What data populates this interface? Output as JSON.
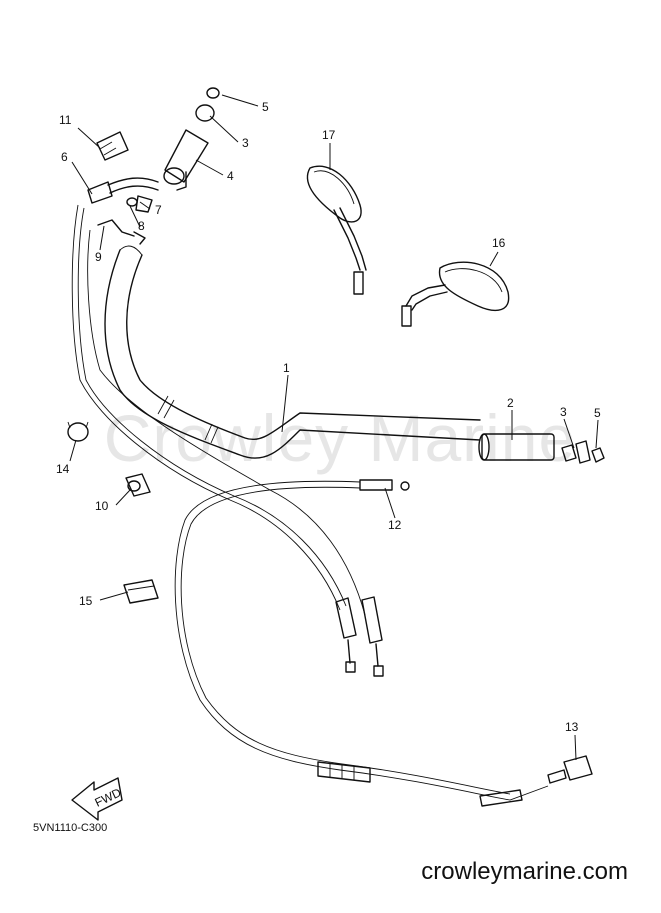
{
  "watermark": "Crowley Marine",
  "diagram_code": "5VN1110-C300",
  "website": "crowleymarine.com",
  "fwd_label": "FWD",
  "callouts": [
    "1",
    "2",
    "3",
    "3",
    "4",
    "5",
    "5",
    "6",
    "7",
    "8",
    "9",
    "10",
    "11",
    "12",
    "13",
    "14",
    "15",
    "16",
    "17"
  ]
}
